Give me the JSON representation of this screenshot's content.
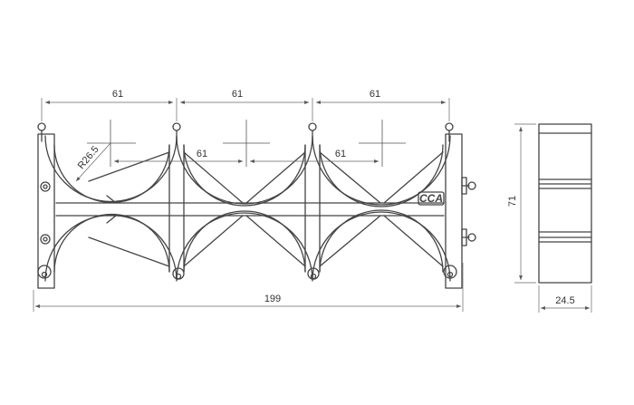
{
  "dimensions": {
    "top_pitch_1": "61",
    "top_pitch_2": "61",
    "top_pitch_3": "61",
    "mid_pitch_1": "61",
    "mid_pitch_2": "61",
    "radius": "R26.5",
    "overall_length": "199",
    "side_height": "71",
    "side_width": "24.5"
  },
  "logo": {
    "text": "CCA"
  },
  "colors": {
    "line": "#444444",
    "background": "#ffffff"
  }
}
